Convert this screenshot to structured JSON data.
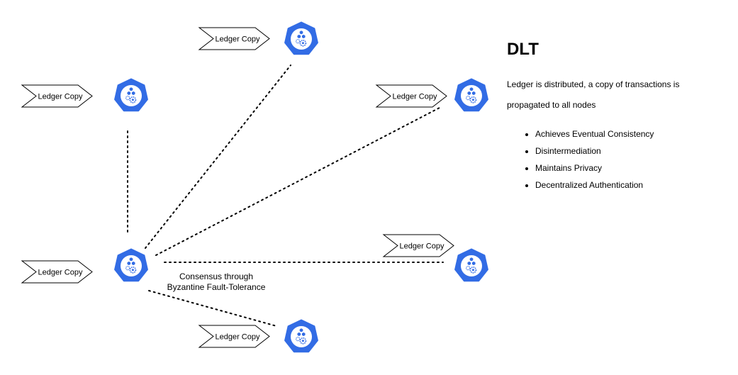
{
  "node_label": "Ledger Copy",
  "consensus": {
    "line1": "Consensus through",
    "line2": "Byzantine Fault-Tolerance"
  },
  "panel": {
    "title": "DLT",
    "description": "Ledger is distributed, a copy of transactions is propagated to all nodes",
    "bullets": [
      "Achieves Eventual Consistency",
      "Disintermediation",
      "Maintains Privacy",
      "Decentralized Authentication"
    ]
  },
  "colors": {
    "node_icon": "#326CE5",
    "link": "#000000"
  },
  "icons": {
    "node": "kubernetes-node-icon"
  }
}
